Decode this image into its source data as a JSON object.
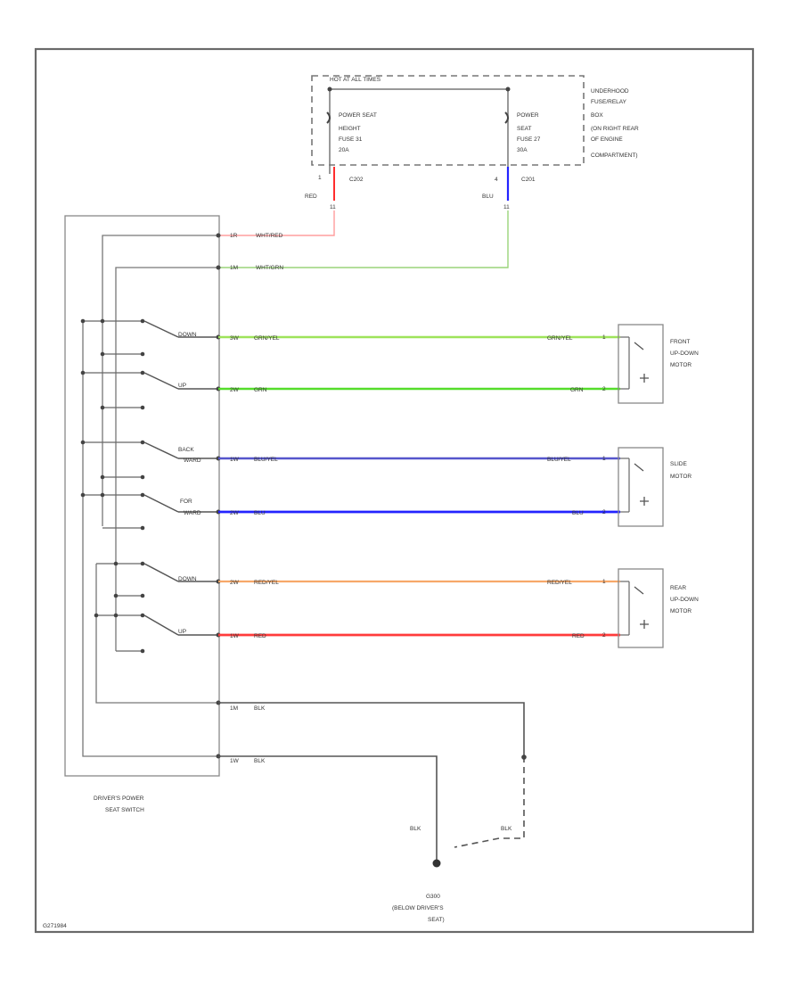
{
  "fuse_box": {
    "hot_label": "HOT AT ALL TIMES",
    "fuse_left": [
      "POWER SEAT",
      "HEIGHT",
      "FUSE 31",
      "20A"
    ],
    "fuse_right": [
      "POWER",
      "SEAT",
      "FUSE 27",
      "30A"
    ],
    "location": [
      "UNDERHOOD",
      "FUSE/RELAY",
      "BOX",
      "(ON RIGHT REAR",
      "OF ENGINE",
      "COMPARTMENT)"
    ]
  },
  "connectors": {
    "left": {
      "pin": "1",
      "name": "C202",
      "wire_color": "RED",
      "pin_below": "11"
    },
    "right": {
      "pin": "4",
      "name": "C201",
      "wire_color": "BLU",
      "pin_below": "11"
    }
  },
  "feed_wires": [
    {
      "pin": "1R",
      "label": "WHT/RED"
    },
    {
      "pin": "1M",
      "label": "WHT/GRN"
    }
  ],
  "switch_labels": {
    "front_down": "DOWN",
    "front_up": "UP",
    "back": [
      "BACK",
      "WARD"
    ],
    "for": [
      "FOR",
      "WARD"
    ],
    "rear_down": "DOWN",
    "rear_up": "UP"
  },
  "motor_wires": [
    {
      "pin": "3W",
      "label": "GRN/YEL",
      "end_label": "GRN/YEL",
      "end_pin": "1"
    },
    {
      "pin": "2W",
      "label": "GRN",
      "end_label": "GRN",
      "end_pin": "2"
    },
    {
      "pin": "1W",
      "label": "BLU/YEL",
      "end_label": "BLU/YEL",
      "end_pin": "1"
    },
    {
      "pin": "2W",
      "label": "BLU",
      "end_label": "BLU",
      "end_pin": "2"
    },
    {
      "pin": "2W",
      "label": "RED/YEL",
      "end_label": "RED/YEL",
      "end_pin": "1"
    },
    {
      "pin": "1W",
      "label": "RED",
      "end_label": "RED",
      "end_pin": "2"
    }
  ],
  "motors": [
    {
      "name": [
        "FRONT",
        "UP-DOWN",
        "MOTOR"
      ]
    },
    {
      "name": [
        "SLIDE",
        "MOTOR"
      ]
    },
    {
      "name": [
        "REAR",
        "UP-DOWN",
        "MOTOR"
      ]
    }
  ],
  "ground_wires": [
    {
      "pin": "1M",
      "label": "BLK"
    },
    {
      "pin": "1W",
      "label": "BLK"
    }
  ],
  "switch_name": [
    "DRIVER'S POWER",
    "SEAT SWITCH"
  ],
  "ground": {
    "wire_left": "BLK",
    "wire_right": "BLK",
    "name": [
      "G300",
      "(BELOW DRIVER'S",
      "SEAT)"
    ]
  },
  "figure_id": "G271984",
  "colors": {
    "frame": "#6a6a6a",
    "wire_gray": "#7a7a7a",
    "red": "#ff2d2d",
    "blue": "#2323ff",
    "light_green": "#9ad47a",
    "green": "#55dd2a",
    "blue_mid": "#5555cc",
    "orange": "#f7a869"
  }
}
